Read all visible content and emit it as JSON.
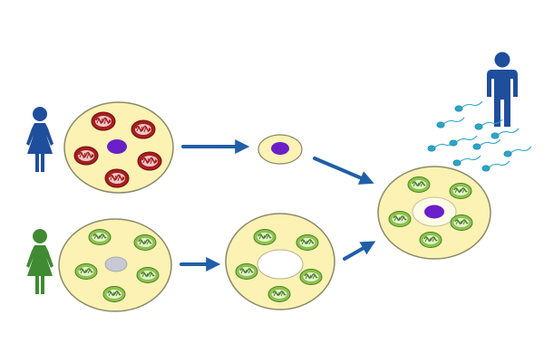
{
  "diagram": {
    "figures": {
      "donor_woman": {
        "icon": "woman-icon",
        "color": "#1f4e9c"
      },
      "recipient_woman": {
        "icon": "woman-icon",
        "color": "#3f8a32"
      },
      "father": {
        "icon": "man-icon",
        "color": "#1f4e9c"
      }
    },
    "sperm": {
      "icon": "sperm-icon",
      "color": "#2aa6c8"
    },
    "cells": {
      "donor_egg": {
        "mitochondria": "faulty",
        "nucleus": "present"
      },
      "extracted_nucleus": {
        "nucleus": "present"
      },
      "recipient_egg": {
        "mitochondria": "healthy",
        "nucleus": "present-pale"
      },
      "enucleated_egg": {
        "mitochondria": "healthy",
        "nucleus": "removed"
      },
      "reconstructed_egg": {
        "mitochondria": "healthy",
        "nucleus": "transferred"
      }
    },
    "colors": {
      "cytoplasm": "#fbf2b3",
      "cell_outline": "#8a8a6a",
      "nucleus": "#6a1fc8",
      "nucleus_pale": "#c9c9d3",
      "faulty_mitochondria": "#a81e1e",
      "healthy_mitochondria": "#8bc34a",
      "healthy_mitochondria_edge": "#4e7f2a",
      "arrow": "#1f5fa8",
      "sperm": "#2aa6c8"
    }
  }
}
